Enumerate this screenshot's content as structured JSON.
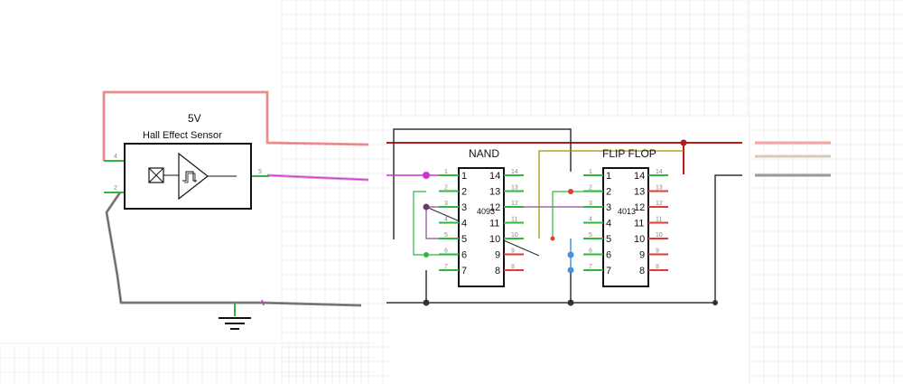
{
  "colors": {
    "vcc": "#e53935",
    "vcc_light": "#f2a3a3",
    "gnd": "#555555",
    "gnd_light": "#9a9a9a",
    "signal": "#cc33cc",
    "signal_light": "#d79ad7",
    "pin": "#2db83d",
    "wire_dark": "#333333",
    "wire_purple": "#8a4a9a",
    "wire_olive": "#a09000",
    "wire_blue": "#4a90d9",
    "grid": "#efefef"
  },
  "labels": {
    "supply": "5V"
  },
  "sensor": {
    "title": "Hall Effect Sensor",
    "pins": {
      "vcc": "4",
      "gnd": "2",
      "out": "5"
    }
  },
  "nand": {
    "title": "NAND",
    "part": "4093",
    "left_pins": [
      "1",
      "2",
      "3",
      "4",
      "5",
      "6",
      "7"
    ],
    "right_pins": [
      "14",
      "13",
      "12",
      "11",
      "10",
      "9",
      "8"
    ]
  },
  "flipflop": {
    "title": "FLIP FLOP",
    "part": "4013",
    "left_pins": [
      "1",
      "2",
      "3",
      "4",
      "5",
      "6",
      "7"
    ],
    "right_pins": [
      "14",
      "13",
      "12",
      "11",
      "10",
      "9",
      "8"
    ]
  },
  "icons": {
    "ground": "ground-symbol-icon",
    "hall": "hall-element-icon",
    "schmitt": "schmitt-trigger-icon"
  }
}
